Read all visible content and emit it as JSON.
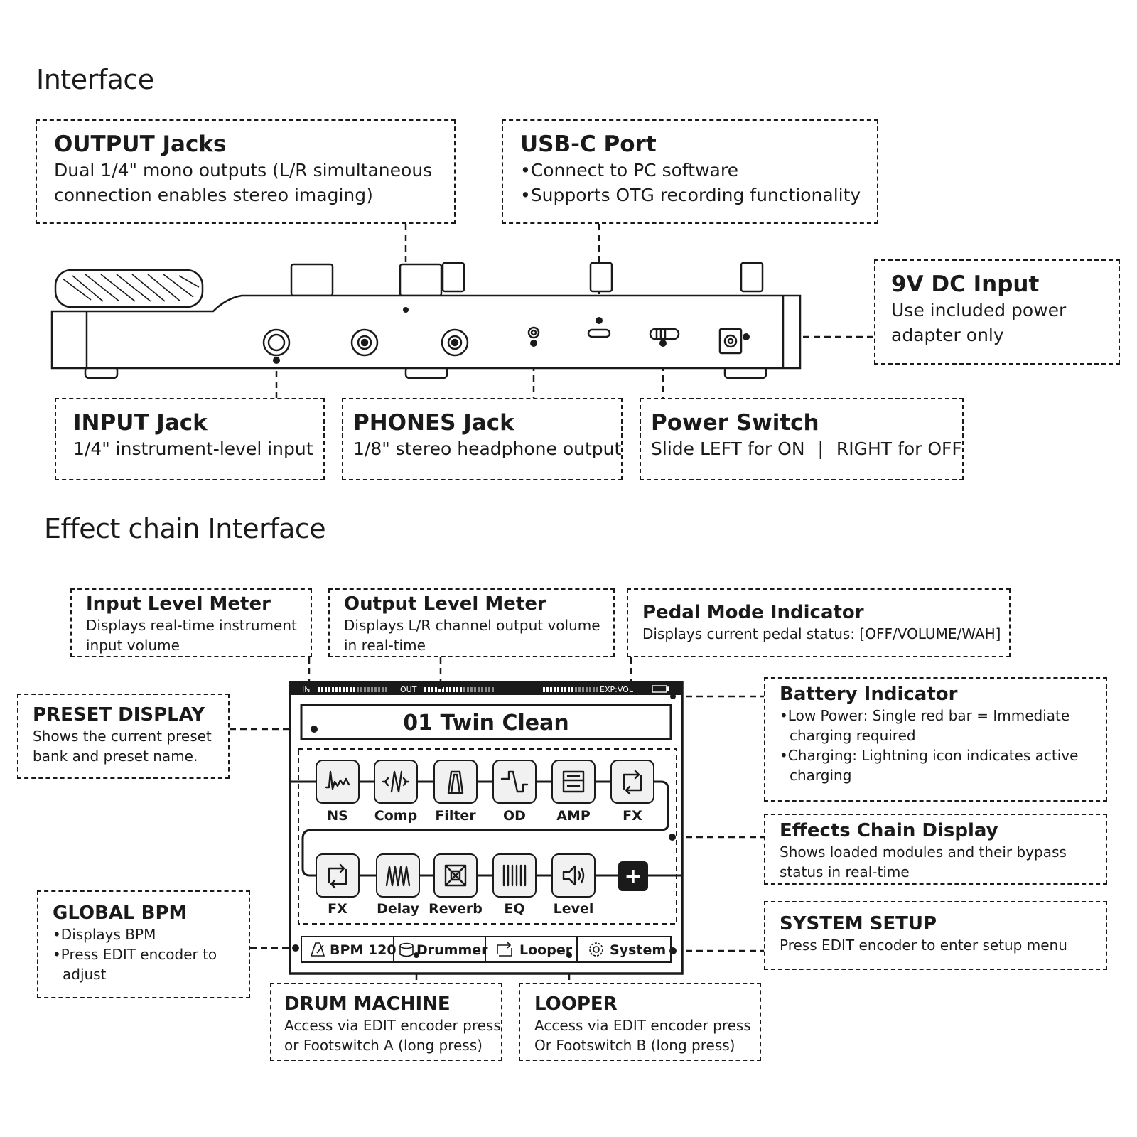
{
  "sections": {
    "interface_title": "Interface",
    "effect_chain_title": "Effect chain Interface"
  },
  "device_callouts": {
    "output_jacks": {
      "title": "OUTPUT Jacks",
      "lines": [
        "Dual 1/4\" mono outputs (L/R simultaneous",
        "connection enables stereo imaging)"
      ]
    },
    "usb_c": {
      "title": "USB-C Port",
      "bullets": [
        "Connect to PC software",
        "Supports OTG recording functionality"
      ]
    },
    "dc_input": {
      "title": "9V DC Input",
      "lines": [
        "Use included power",
        "adapter only"
      ]
    },
    "input_jack": {
      "title": "INPUT Jack",
      "lines": [
        "1/4\" instrument-level input"
      ]
    },
    "phones_jack": {
      "title": "PHONES Jack",
      "lines": [
        "1/8\" stereo headphone output"
      ]
    },
    "power_switch": {
      "title": "Power Switch",
      "left": "Slide LEFT for ON",
      "sep": "|",
      "right": "RIGHT for OFF"
    }
  },
  "screen_callouts": {
    "input_meter": {
      "title": "Input Level Meter",
      "lines": [
        "Displays real-time instrument",
        "input volume"
      ]
    },
    "output_meter": {
      "title": "Output Level Meter",
      "lines": [
        "Displays L/R channel output volume",
        "in real-time"
      ]
    },
    "pedal_mode": {
      "title": "Pedal Mode Indicator",
      "lines": [
        "Displays current pedal status: [OFF/VOLUME/WAH]"
      ]
    },
    "preset_display": {
      "title": "PRESET DISPLAY",
      "lines": [
        "Shows the current preset",
        "bank and preset name."
      ]
    },
    "battery": {
      "title": "Battery Indicator",
      "bullets": [
        [
          "Low Power: Single red bar = Immediate",
          "charging required"
        ],
        [
          "Charging: Lightning icon  indicates active",
          "charging"
        ]
      ]
    },
    "effects_chain": {
      "title": "Effects Chain Display",
      "lines": [
        "Shows loaded modules and their bypass",
        "status in real-time"
      ]
    },
    "system_setup": {
      "title": "SYSTEM SETUP",
      "lines": [
        "Press EDIT encoder to enter setup menu"
      ]
    },
    "global_bpm": {
      "title": "GLOBAL BPM",
      "bullets": [
        [
          "Displays BPM"
        ],
        [
          "Press EDIT encoder to",
          "adjust"
        ]
      ]
    },
    "drum_machine": {
      "title": "DRUM MACHINE",
      "lines": [
        "Access via EDIT encoder press",
        "or Footswitch A (long press)"
      ]
    },
    "looper": {
      "title": "LOOPER",
      "lines": [
        "Access via EDIT encoder press",
        "Or Footswitch B (long press)"
      ]
    }
  },
  "screen": {
    "meter_in": "IN",
    "meter_out": "OUT",
    "meter_exp": "EXP:VOL",
    "preset_name": "01 Twin Clean",
    "row1": [
      {
        "label": "NS",
        "icon": "noise-gate-icon"
      },
      {
        "label": "Comp",
        "icon": "compressor-icon"
      },
      {
        "label": "Filter",
        "icon": "filter-icon"
      },
      {
        "label": "OD",
        "icon": "overdrive-icon"
      },
      {
        "label": "AMP",
        "icon": "amp-icon"
      },
      {
        "label": "FX",
        "icon": "loop-fx-icon"
      }
    ],
    "row2": [
      {
        "label": "FX",
        "icon": "loop-fx-icon"
      },
      {
        "label": "Delay",
        "icon": "delay-icon"
      },
      {
        "label": "Reverb",
        "icon": "reverb-icon"
      },
      {
        "label": "EQ",
        "icon": "eq-icon"
      },
      {
        "label": "Level",
        "icon": "speaker-icon"
      }
    ],
    "add_symbol": "+",
    "bottom_bar": {
      "bpm": "BPM 120",
      "drummer": "Drummer",
      "looper": "Looper",
      "system": "System"
    }
  }
}
